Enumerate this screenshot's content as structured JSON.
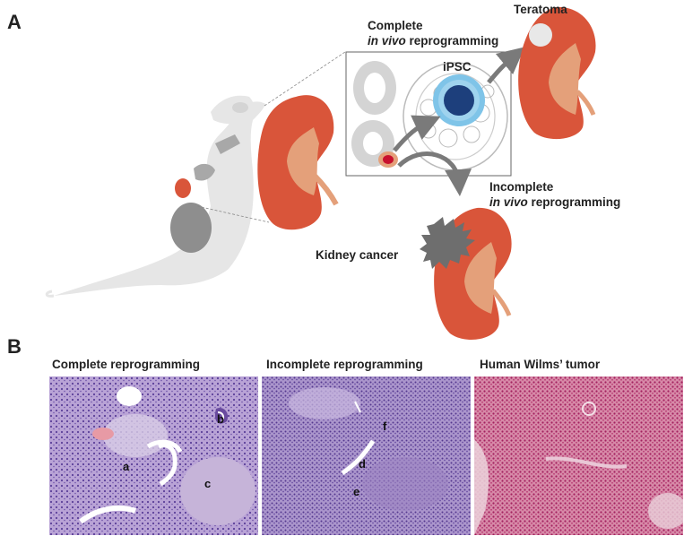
{
  "panel_a": {
    "letter": "A",
    "label_complete_line1": "Complete",
    "label_complete_italic": "in vivo",
    "label_complete_rest": " reprogramming",
    "label_teratoma": "Teratoma",
    "label_ipsc": "iPSC",
    "label_incomplete_line1": "Incomplete",
    "label_incomplete_italic": "in vivo",
    "label_incomplete_rest": " reprogramming",
    "label_kidney_cancer": "Kidney cancer"
  },
  "panel_b": {
    "letter": "B",
    "headers": [
      "Complete reprogramming",
      "Incomplete reprogramming",
      "Human Wilms’ tumor"
    ],
    "complete_letters": [
      "a",
      "b",
      "c"
    ],
    "incomplete_letters": [
      "d",
      "e",
      "f"
    ]
  },
  "colors": {
    "kidney_red": "#d9553a",
    "kidney_inner": "#e4a07a",
    "mouse_gray": "#e6e6e6",
    "arrow_gray": "#7a7a7a",
    "ipsc_light": "#7fc4e8",
    "ipsc_dark": "#1d3f7c",
    "stain_purple": "#8a6ab8",
    "stain_pink": "#c7537f"
  }
}
